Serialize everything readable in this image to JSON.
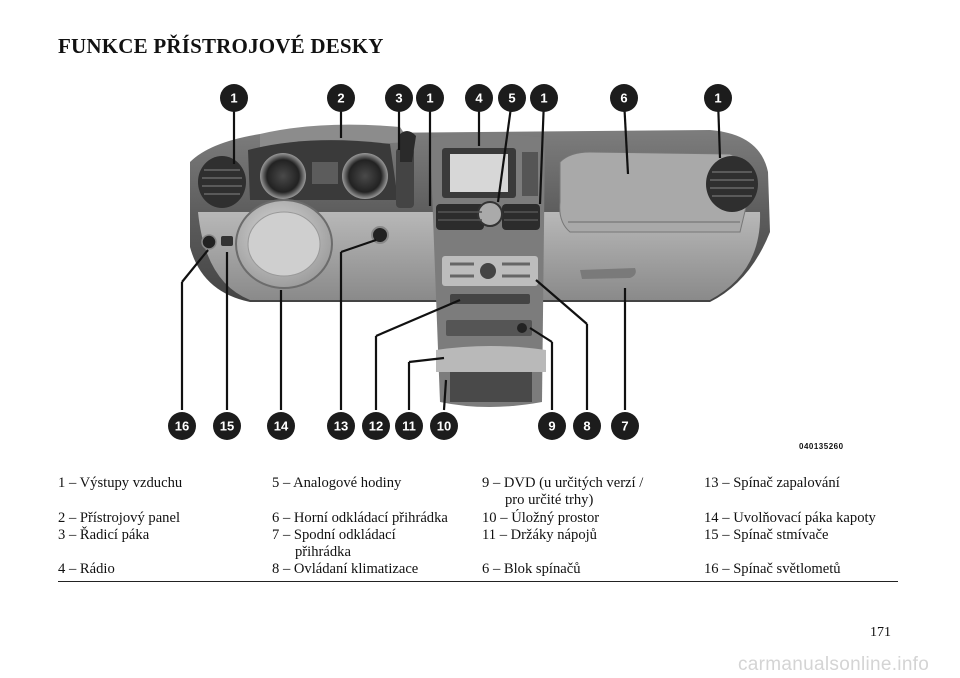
{
  "title": "FUNKCE PŘÍSTROJOVÉ DESKY",
  "figure": {
    "code": "040135260",
    "callouts_top": [
      "1",
      "2",
      "3",
      "1",
      "4",
      "5",
      "1",
      "6",
      "1"
    ],
    "callouts_bottom": [
      "16",
      "15",
      "14",
      "13",
      "12",
      "11",
      "10",
      "9",
      "8",
      "7"
    ]
  },
  "legend": {
    "col1": [
      "1 – Výstupy vzduchu",
      "2 – Přístrojový panel",
      "3 – Řadicí páka",
      "4 – Rádio"
    ],
    "col2": {
      "i5": "5 – Analogové hodiny",
      "i6": "6 – Horní odkládací přihrádka",
      "i7a": "7 – Spodní odkládací",
      "i7b": "přihrádka",
      "i8": "8 – Ovládaní klimatizace"
    },
    "col3": {
      "i9a": "9 – DVD (u určitých verzí /",
      "i9b": "pro určité trhy)",
      "i10": "10 – Úložný prostor",
      "i11": "11 – Držáky nápojů",
      "i6b": "6 – Blok spínačů"
    },
    "col4": {
      "i13": "13 – Spínač zapalování",
      "i14": "14 – Uvolňovací páka kapoty",
      "i15": "15 – Spínač stmívače",
      "i16": "16 – Spínač světlometů"
    }
  },
  "page_number": "171",
  "watermark": "carmanualsonline.info"
}
